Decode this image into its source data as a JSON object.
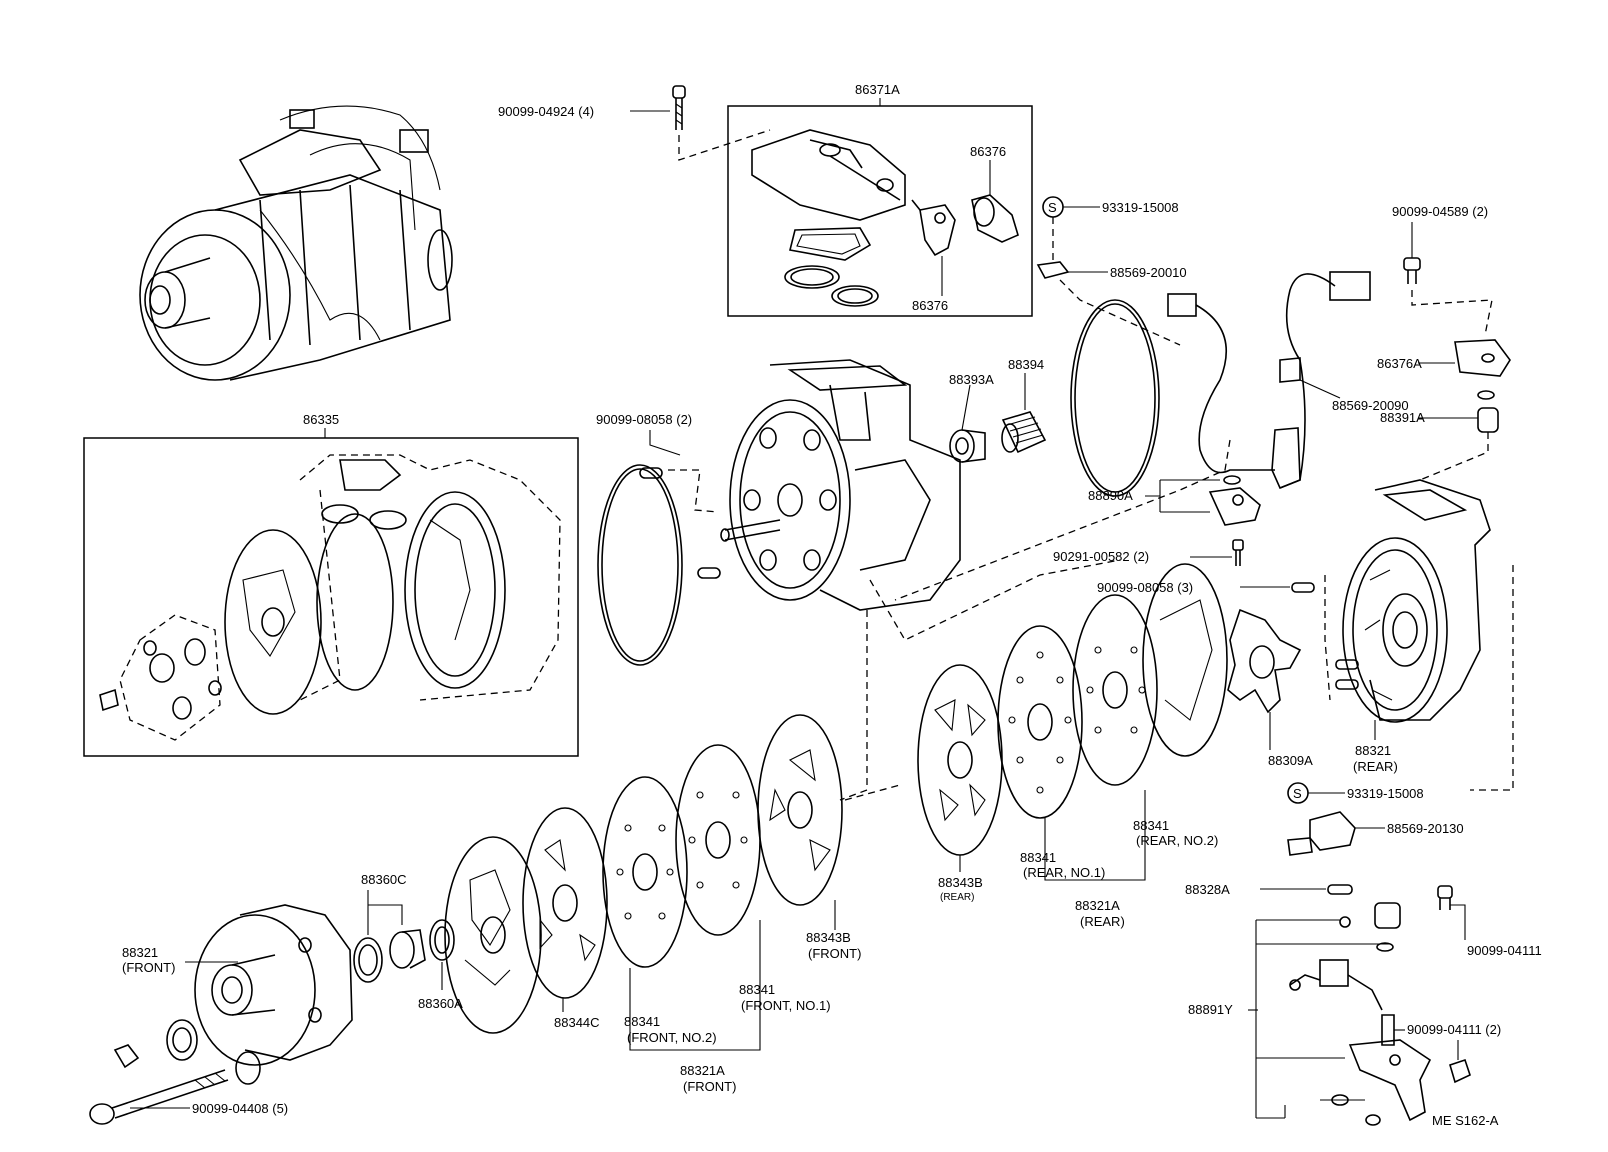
{
  "labels": {
    "bolt_90099_04924": "90099-04924 (4)",
    "p86371A": "86371A",
    "p86376_top": "86376",
    "p86376_bottom": "86376",
    "s93319_15008_top": "93319-15008",
    "p88569_20010": "88569-20010",
    "p90099_04589": "90099-04589 (2)",
    "p86376A": "86376A",
    "p88391A": "88391A",
    "p86335": "86335",
    "p90099_08058_2": "90099-08058 (2)",
    "p88393A": "88393A",
    "p88394": "88394",
    "p88569_20090": "88569-20090",
    "p88890A": "88890A",
    "p90291_00582": "90291-00582 (2)",
    "p90099_08058_3": "90099-08058 (3)",
    "p88321_rear": "88321",
    "p88321_rear_sub": "(REAR)",
    "p88309A": "88309A",
    "s93319_15008_bottom": "93319-15008",
    "p88569_20130": "88569-20130",
    "p88341_rear1": "88341",
    "p88341_rear1_sub": "(REAR, NO.1)",
    "p88341_rear2": "88341",
    "p88341_rear2_sub": "(REAR, NO.2)",
    "p88343B_rear": "88343B",
    "p88343B_rear_sub": "(REAR)",
    "p88321A_rear": "88321A",
    "p88321A_rear_sub": "(REAR)",
    "p88328A": "88328A",
    "p90099_04111": "90099-04111",
    "p88891Y": "88891Y",
    "p90099_04111_2": "90099-04111 (2)",
    "p88360C": "88360C",
    "p88343B_front": "88343B",
    "p88343B_front_sub": "(FRONT)",
    "p88321_front": "88321",
    "p88321_front_sub": "(FRONT)",
    "p88360A": "88360A",
    "p88344C": "88344C",
    "p88341_front1": "88341",
    "p88341_front1_sub": "(FRONT, NO.1)",
    "p88341_front2": "88341",
    "p88341_front2_sub": "(FRONT, NO.2)",
    "p88321A_front": "88321A",
    "p88321A_front_sub": "(FRONT)",
    "p90099_04408": "90099-04408 (5)",
    "s_mark": "S",
    "figure_code": "ME  S162-A"
  }
}
